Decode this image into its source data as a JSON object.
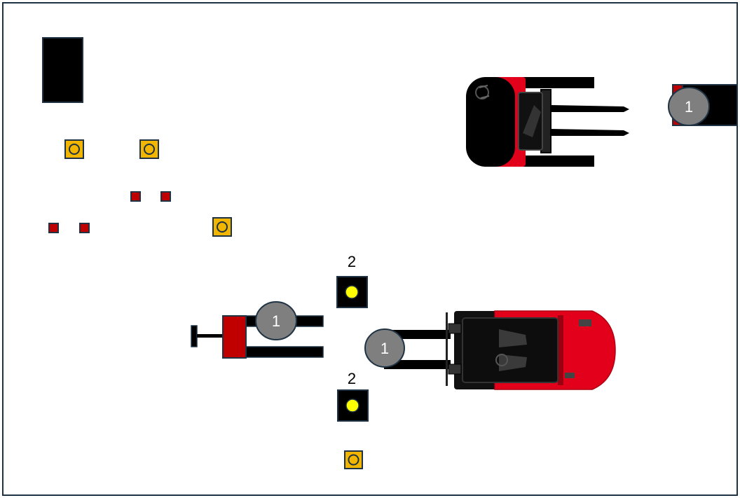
{
  "colors": {
    "frame": "#1f3344",
    "black": "#000000",
    "red": "#c00000",
    "bright_red": "#e3001b",
    "amber": "#f2b600",
    "lamp_yellow": "#ffff00",
    "badge_gray": "#7f7f7f"
  },
  "icons": {
    "forklift_top": "forklift-top-icon",
    "forklift_bottom": "forklift-bottom-icon",
    "pallet_jack": "pallet-jack-icon",
    "lamp": "warning-light-icon",
    "sensor": "sensor-icon",
    "marker": "floor-marker-icon"
  },
  "badges": {
    "pallet_jack": "1",
    "forklift_bottom": "1",
    "docked_load": "1"
  },
  "lights": {
    "upper": "2",
    "lower": "2"
  }
}
